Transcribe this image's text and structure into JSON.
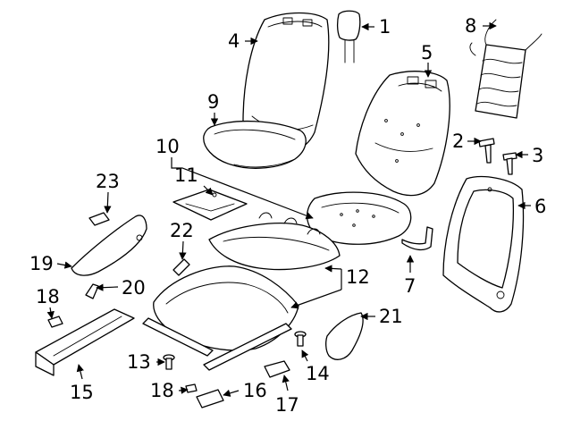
{
  "callouts": [
    {
      "id": "1",
      "text": "1"
    },
    {
      "id": "2",
      "text": "2"
    },
    {
      "id": "3",
      "text": "3"
    },
    {
      "id": "4",
      "text": "4"
    },
    {
      "id": "5",
      "text": "5"
    },
    {
      "id": "6",
      "text": "6"
    },
    {
      "id": "7",
      "text": "7"
    },
    {
      "id": "8",
      "text": "8"
    },
    {
      "id": "9",
      "text": "9"
    },
    {
      "id": "10",
      "text": "10"
    },
    {
      "id": "11",
      "text": "11"
    },
    {
      "id": "12",
      "text": "12"
    },
    {
      "id": "13",
      "text": "13"
    },
    {
      "id": "14",
      "text": "14"
    },
    {
      "id": "15",
      "text": "15"
    },
    {
      "id": "16",
      "text": "16"
    },
    {
      "id": "17",
      "text": "17"
    },
    {
      "id": "18a",
      "text": "18"
    },
    {
      "id": "18b",
      "text": "18"
    },
    {
      "id": "19",
      "text": "19"
    },
    {
      "id": "20",
      "text": "20"
    },
    {
      "id": "21",
      "text": "21"
    },
    {
      "id": "22",
      "text": "22"
    },
    {
      "id": "23",
      "text": "23"
    }
  ]
}
